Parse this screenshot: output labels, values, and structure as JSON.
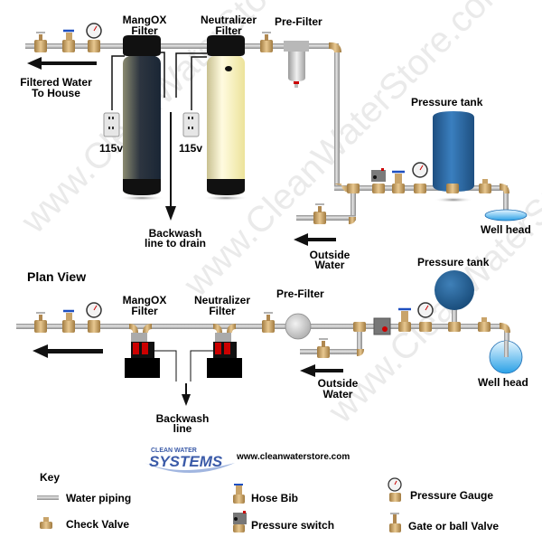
{
  "watermark": "www.CleanWaterStore.com",
  "elevation": {
    "labels": {
      "mangox": [
        "MangOX",
        "Filter"
      ],
      "neutralizer": [
        "Neutralizer",
        "Filter"
      ],
      "prefilter": "Pre-Filter",
      "pressure_tank": "Pressure tank",
      "filtered_water": [
        "Filtered Water",
        "To House"
      ],
      "outlet_left": "115v",
      "outlet_right": "115v",
      "backwash": [
        "Backwash",
        "line to drain"
      ],
      "outside_water": [
        "Outside",
        "Water"
      ],
      "well_head": "Well head"
    }
  },
  "plan": {
    "title": "Plan View",
    "labels": {
      "mangox": [
        "MangOX",
        "Filter"
      ],
      "neutralizer": [
        "Neutralizer",
        "Filter"
      ],
      "prefilter": "Pre-Filter",
      "pressure_tank": "Pressure tank",
      "backwash": [
        "Backwash",
        "line"
      ],
      "outside_water": [
        "Outside",
        "Water"
      ],
      "well_head": "Well head"
    }
  },
  "brand": {
    "logo_top": "CLEAN WATER",
    "logo_main": "SYSTEMS",
    "url": "www.cleanwaterstore.com"
  },
  "key": {
    "title": "Key",
    "items": [
      {
        "icon": "water-piping",
        "label": "Water piping"
      },
      {
        "icon": "check-valve",
        "label": "Check Valve"
      },
      {
        "icon": "hose-bib",
        "label": "Hose Bib"
      },
      {
        "icon": "pressure-switch",
        "label": "Pressure switch"
      },
      {
        "icon": "pressure-gauge",
        "label": "Pressure Gauge"
      },
      {
        "icon": "gate-valve",
        "label": "Gate or ball Valve"
      }
    ]
  },
  "colors": {
    "pipe": "#b8b8b8",
    "brass": "#c9a46a",
    "tank_blue": "#2a6aa3",
    "mangox_tank": "#2a3340",
    "neutralizer_tank": "#efe8b8",
    "valve_red": "#cc0000",
    "logo_blue": "#3a5aa8"
  }
}
